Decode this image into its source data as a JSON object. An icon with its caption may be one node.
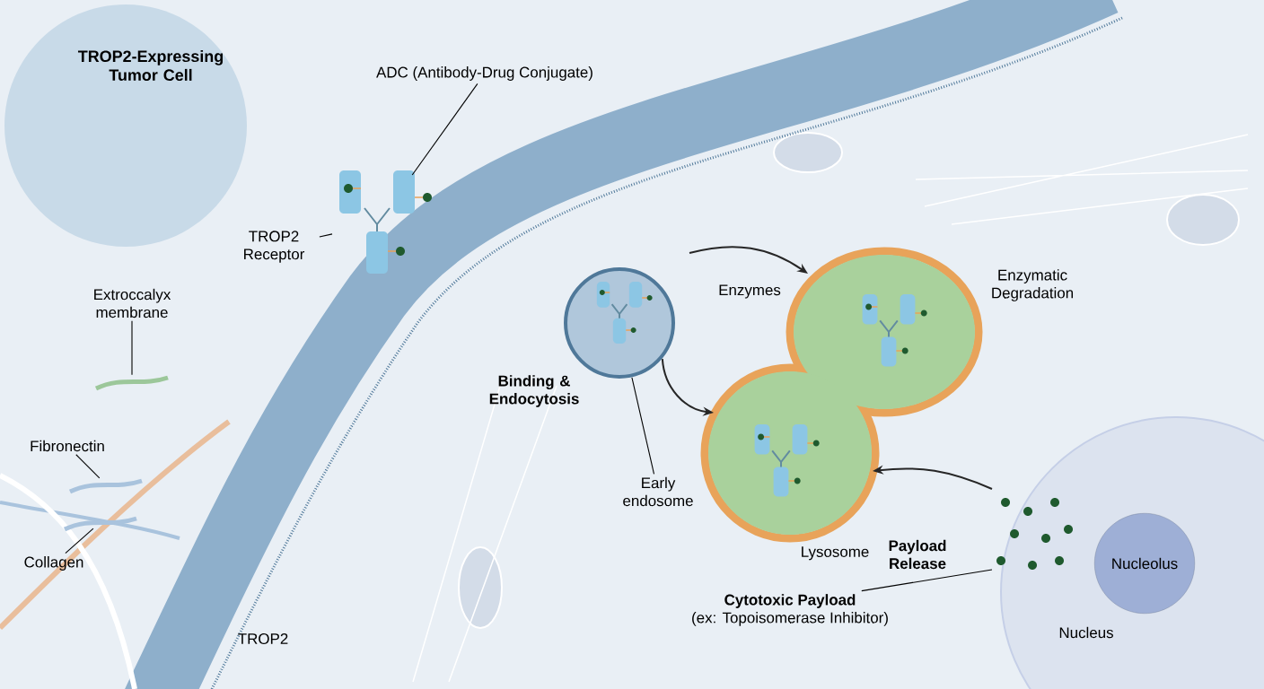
{
  "diagram": {
    "nodes": [
      {
        "text": [
          "ADC (Antibody-Drug Conjugate)"
        ]
      },
      {
        "text": [],
        "shape": "picture"
      },
      {
        "text": [
          "TROP2 Receptor"
        ]
      },
      {
        "text": [
          "Extroccalyx membrane"
        ]
      },
      {
        "text": [],
        "shape": "picture"
      },
      {
        "text": [
          "Fibronectin"
        ]
      },
      {
        "text": [],
        "shape": "picture"
      },
      {
        "text": [
          "Collagen"
        ]
      },
      {
        "text": [],
        "shape": "picture"
      },
      {
        "text": [
          "Early endosome"
        ]
      },
      {
        "text": [],
        "shape": "picture"
      },
      {
        "text": [
          "Lysosome"
        ]
      },
      {
        "text": [
          "Cytotoxic Payload",
          "(ex: Topoisomerase Inhibitor)"
        ]
      },
      {
        "text": [],
        "shape": "picture"
      },
      {
        "text": [
          "Nucleolus"
        ]
      }
    ],
    "edges": [
      {
        "from": 0,
        "to": 1,
        "arrow": "none"
      },
      {
        "from": 2,
        "to": 1,
        "arrow": "none"
      },
      {
        "from": 3,
        "to": 4,
        "arrow": "none"
      },
      {
        "from": 5,
        "to": 6,
        "arrow": "none"
      },
      {
        "from": 7,
        "to": 8,
        "arrow": "none"
      },
      {
        "from": 9,
        "to": 10,
        "arrow": "none"
      },
      {
        "from": 10,
        "to": 11,
        "arrow": "to"
      },
      {
        "from": null,
        "to": 11,
        "arrow": "to"
      },
      {
        "from": 13,
        "to": 11,
        "arrow": "to"
      },
      {
        "from": 12,
        "to": 13,
        "arrow": "none"
      }
    ],
    "labels": [
      "TROP2-Expressing Tumor Cell",
      "Binding & Endocytosis",
      "Enzymes",
      "Enzymatic Degradation",
      "Payload Release",
      "Nucleus",
      "TROP2"
    ]
  }
}
